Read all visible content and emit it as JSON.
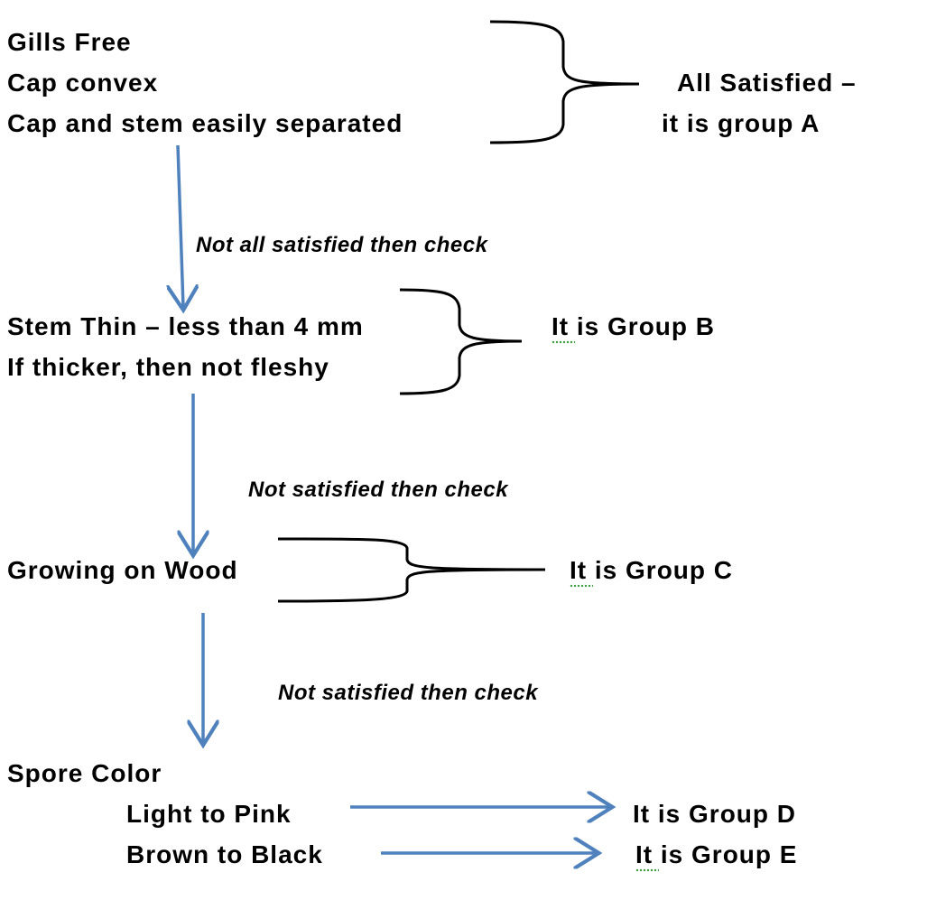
{
  "colors": {
    "arrow": "#4F81BD",
    "bracket": "#000000",
    "text": "#000000"
  },
  "group_a": {
    "criteria": [
      "Gills Free",
      "Cap convex",
      "Cap and stem easily separated"
    ],
    "result_line1": "All Satisfied –",
    "result_line2": "it is group A"
  },
  "check_1": "Not all satisfied then check",
  "group_b": {
    "criteria": [
      "Stem Thin – less than 4 mm",
      "If thicker, then not fleshy"
    ],
    "result": "It is Group B"
  },
  "check_2": "Not satisfied then check",
  "group_c": {
    "criteria": [
      "Growing on Wood"
    ],
    "result": "It is Group C"
  },
  "check_3": "Not satisfied then check",
  "spore": {
    "title": "Spore Color",
    "options": [
      {
        "label": "Light to Pink",
        "result": "It is Group D"
      },
      {
        "label": "Brown to Black",
        "result": "It is Group E"
      }
    ]
  }
}
